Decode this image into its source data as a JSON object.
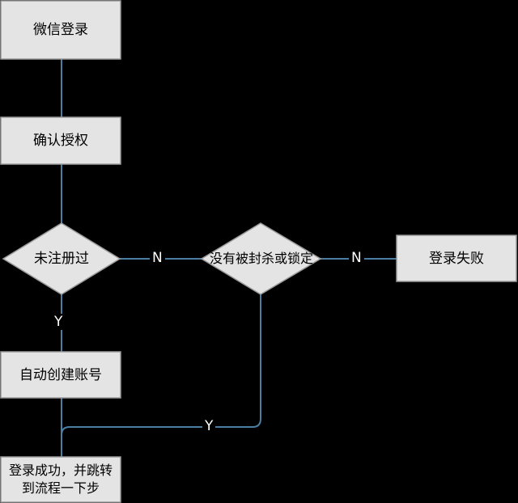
{
  "nodes": {
    "wechat_login": "微信登录",
    "confirm_auth": "确认授权",
    "not_registered": "未注册过",
    "not_banned_or_locked": "没有被封杀或锁定",
    "login_failed": "登录失败",
    "auto_create_account": "自动创建账号",
    "login_success": "登录成功，并跳转到流程一下步"
  },
  "edges": {
    "no_1": "N",
    "no_2": "N",
    "yes_1": "Y",
    "yes_2": "Y"
  },
  "colors": {
    "background": "#000000",
    "node_fill": "#e4e4e4",
    "node_stroke": "#9a9a9a",
    "connector": "#4a7ea3",
    "label_text": "#ffffff"
  }
}
